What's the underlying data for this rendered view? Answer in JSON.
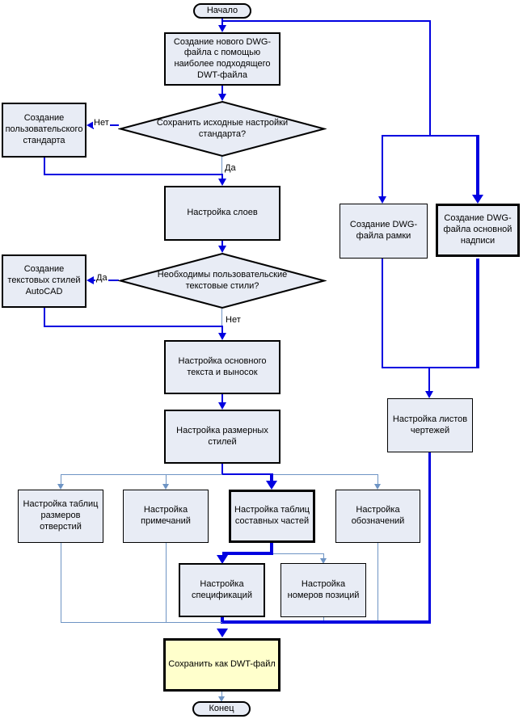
{
  "colors": {
    "main": "#0000e0",
    "thin": "#6e94c4",
    "fill": "#e8ecf5",
    "save": "#ffffcc",
    "ink": "#000000"
  },
  "nodes": {
    "start": {
      "label": "Начало"
    },
    "create_new_dwg": {
      "label": "Создание нового DWG-файла с помощью наиболее подходящего DWT-файла"
    },
    "keep_standard_q": {
      "label": "Сохранить исходные настройки стандарта?"
    },
    "custom_standard": {
      "label": "Создание пользовательского стандарта"
    },
    "layers": {
      "label": "Настройка слоев"
    },
    "need_text_styles_q": {
      "label": "Необходимы пользовательские текстовые стили?"
    },
    "autocad_text_styles": {
      "label": "Создание текстовых стилей AutoCAD"
    },
    "main_text": {
      "label": "Настройка основного текста и выносок"
    },
    "dim_styles": {
      "label": "Настройка размерных стилей"
    },
    "hole_tables": {
      "label": "Настройка таблиц размеров отверстий"
    },
    "notes": {
      "label": "Настройка примечаний"
    },
    "parts_tables": {
      "label": "Настройка таблиц составных частей"
    },
    "symbols": {
      "label": "Настройка обозначений"
    },
    "specifications": {
      "label": "Настройка спецификаций"
    },
    "item_numbers": {
      "label": "Настройка номеров позиций"
    },
    "frame_dwg": {
      "label": "Создание DWG-файла рамки"
    },
    "title_block_dwg": {
      "label": "Создание DWG-файла основной надписи"
    },
    "sheets": {
      "label": "Настройка листов чертежей"
    },
    "save_dwt": {
      "label": "Сохранить как DWT-файл"
    },
    "end": {
      "label": "Конец"
    }
  },
  "edge_labels": {
    "d1_no": "Нет",
    "d1_yes": "Да",
    "d2_yes": "Да",
    "d2_no": "Нет"
  }
}
